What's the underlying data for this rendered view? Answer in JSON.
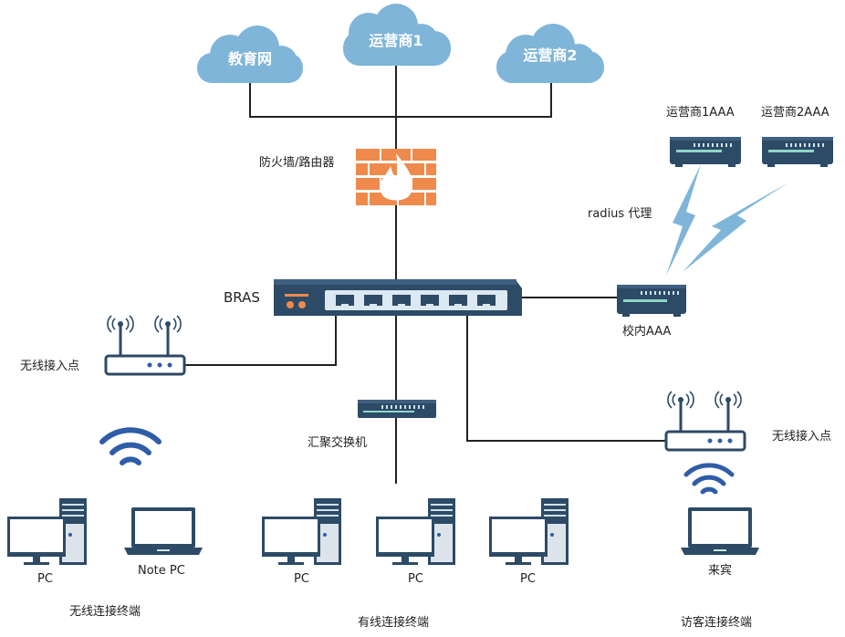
{
  "clouds": {
    "edu": "教育网",
    "isp1": "运营商1",
    "isp2": "运营商2"
  },
  "firewall_label": "防火墙/路由器",
  "isp1_aaa_label": "运营商1AAA",
  "isp2_aaa_label": "运营商2AAA",
  "radius_label": "radius 代理",
  "bras_label": "BRAS",
  "campus_aaa_label": "校内AAA",
  "ap_left_label": "无线接入点",
  "ap_right_label": "无线接入点",
  "agg_switch_label": "汇聚交换机",
  "devices": {
    "pc_wireless": "PC",
    "notepc": "Note PC",
    "pc_wired_1": "PC",
    "pc_wired_2": "PC",
    "pc_wired_3": "PC",
    "guest": "来宾"
  },
  "groups": {
    "wireless": "无线连接终端",
    "wired": "有线连接终端",
    "guest": "访客连接终端"
  },
  "colors": {
    "cloud": "#7fb5d8",
    "device_dark": "#2d4a66",
    "firewall": "#ef8a4c",
    "lightning": "#7fb5d8",
    "wifi": "#2f5da8",
    "line": "#222222"
  }
}
